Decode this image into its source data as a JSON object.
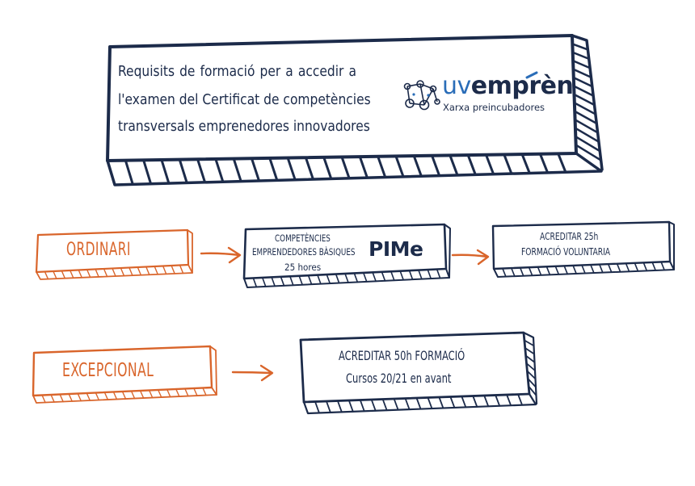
{
  "title": {
    "lines": [
      "Requisits de formació per a accedir a",
      "l'examen del Certificat de competències",
      "transversals emprenedores innovadores"
    ]
  },
  "logo": {
    "word_uv": "UV",
    "word_rest": "emprèn",
    "subtitle": "Xarxa preincubadores"
  },
  "ordinari": {
    "label": "ORDINARI",
    "step1": {
      "lines": [
        "COMPETÈNCIES",
        "EMPRENDEDORES BÀSIQUES",
        "25 hores"
      ],
      "partner_logo": "PIMe"
    },
    "step2": {
      "lines": [
        "ACREDITAR 25h",
        "FORMACIÓ VOLUNTARIA"
      ]
    }
  },
  "excepcional": {
    "label": "EXCEPCIONAL",
    "step1": {
      "lines": [
        "ACREDITAR 50h FORMACIÓ",
        "Cursos 20/21 en avant"
      ]
    }
  },
  "colors": {
    "navy": "#1c2b4a",
    "orange": "#d9652b",
    "logo_blue": "#2a6db8"
  }
}
